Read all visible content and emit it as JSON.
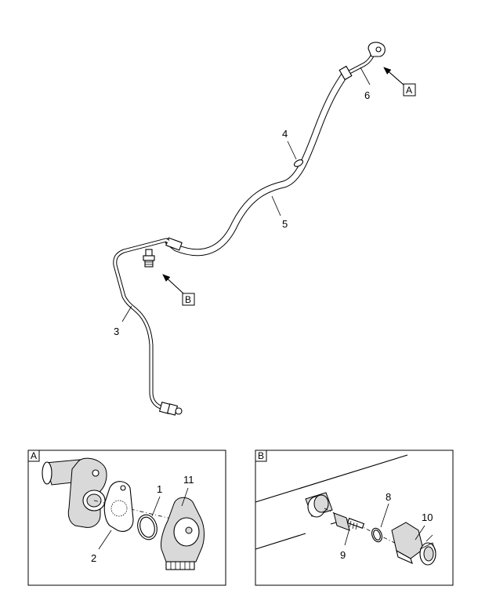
{
  "callouts": {
    "c1": "1",
    "c2": "2",
    "c3": "3",
    "c4": "4",
    "c5": "5",
    "c6": "6",
    "c8": "8",
    "c9": "9",
    "c10": "10",
    "c11": "11"
  },
  "views": {
    "a": "A",
    "b": "B"
  }
}
